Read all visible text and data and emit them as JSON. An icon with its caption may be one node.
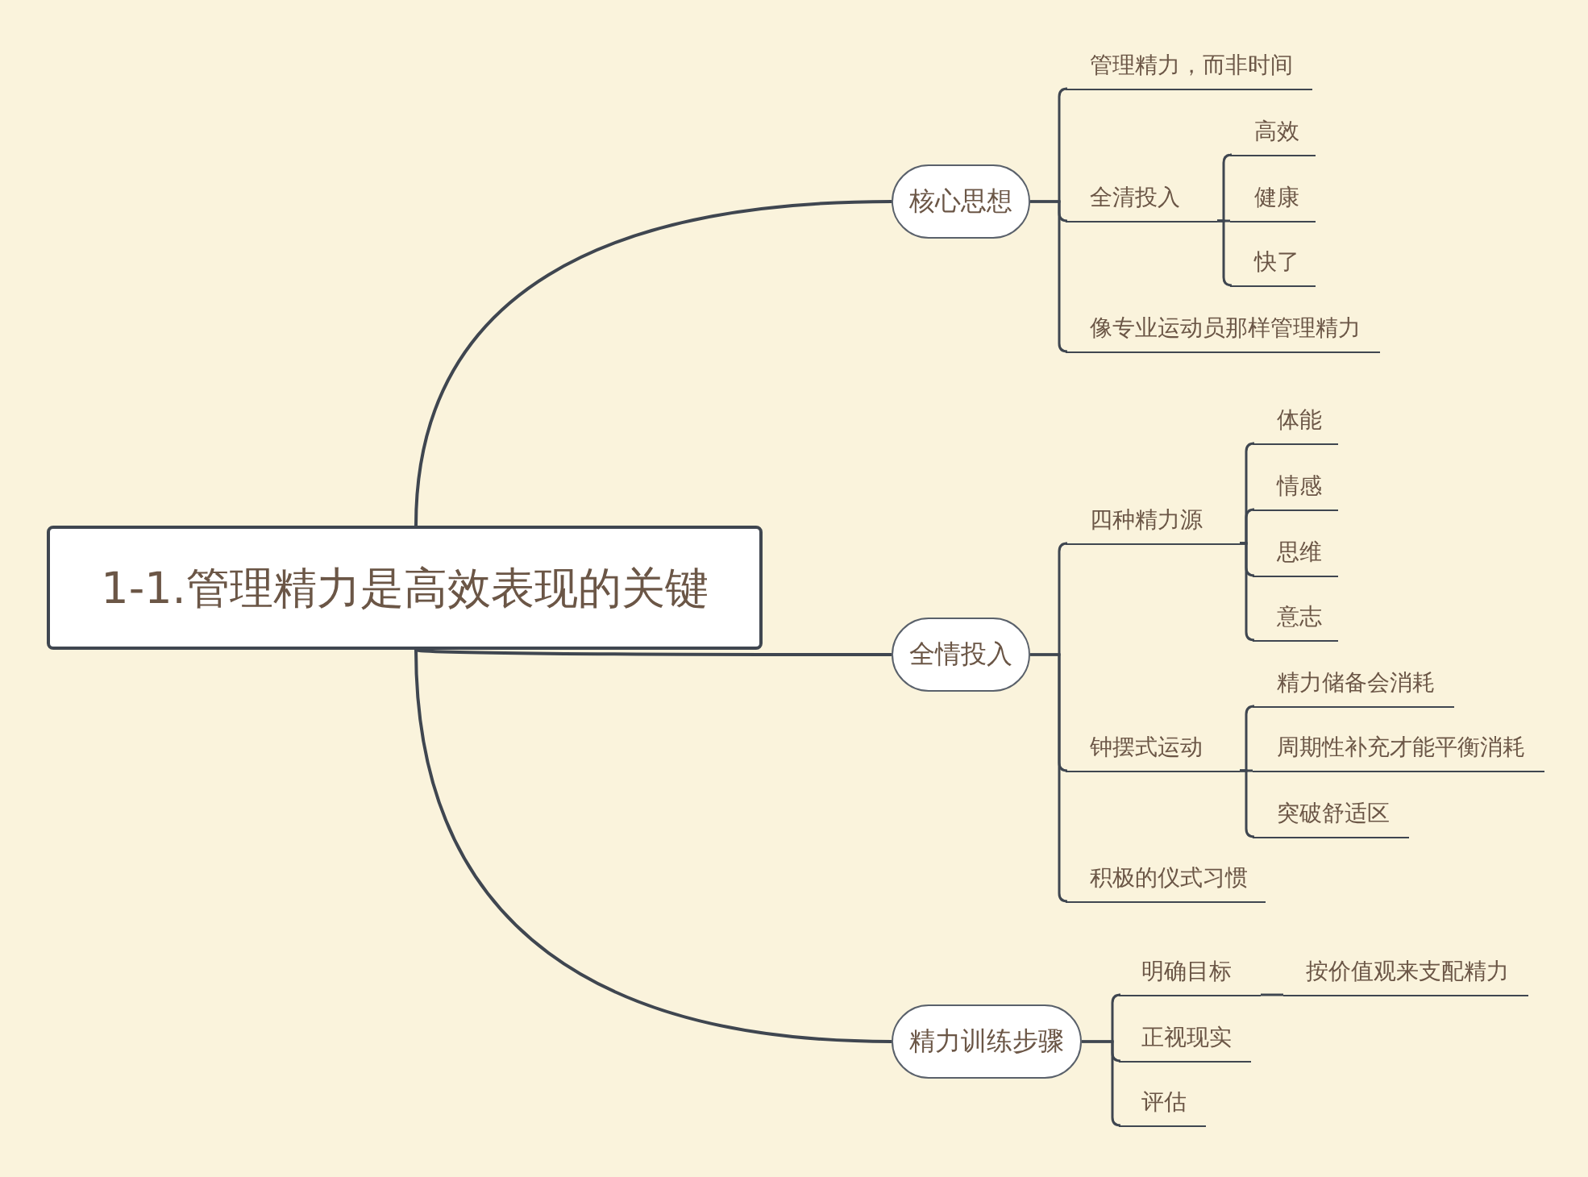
{
  "diagram": {
    "nodes": [
      {
        "text": [
          "1-1.管理精力是高效表现的关键"
        ]
      },
      {
        "text": [
          "核心思想"
        ]
      },
      {
        "text": [
          "管理精力，而非时间"
        ]
      },
      {
        "text": [
          "全清投入"
        ]
      },
      {
        "text": [
          "高效"
        ]
      },
      {
        "text": [
          "健康"
        ]
      },
      {
        "text": [
          "快了"
        ]
      },
      {
        "text": [
          "像专业运动员那样管理精力"
        ]
      },
      {
        "text": [
          "全情投入"
        ]
      },
      {
        "text": [
          "四种精力源"
        ]
      },
      {
        "text": [
          "体能"
        ]
      },
      {
        "text": [
          "情感"
        ]
      },
      {
        "text": [
          "思维"
        ]
      },
      {
        "text": [
          "意志"
        ]
      },
      {
        "text": [
          "钟摆式运动"
        ]
      },
      {
        "text": [
          "精力储备会消耗"
        ]
      },
      {
        "text": [
          "周期性补充才能平衡消耗"
        ]
      },
      {
        "text": [
          "突破舒适区"
        ]
      },
      {
        "text": [
          "积极的仪式习惯"
        ]
      },
      {
        "text": [
          "精力训练步骤"
        ]
      },
      {
        "text": [
          "明确目标"
        ]
      },
      {
        "text": [
          "按价值观来支配精力"
        ]
      },
      {
        "text": [
          "正视现实"
        ]
      },
      {
        "text": [
          "评估"
        ]
      }
    ],
    "edges": [
      {
        "from": 0,
        "to": 1,
        "arrow": "none"
      },
      {
        "from": 0,
        "to": 8,
        "arrow": "none"
      },
      {
        "from": 0,
        "to": 19,
        "arrow": "none"
      },
      {
        "from": 1,
        "to": 2,
        "arrow": "none"
      },
      {
        "from": 1,
        "to": 3,
        "arrow": "none"
      },
      {
        "from": 1,
        "to": 7,
        "arrow": "none"
      },
      {
        "from": 3,
        "to": 4,
        "arrow": "none"
      },
      {
        "from": 3,
        "to": 5,
        "arrow": "none"
      },
      {
        "from": 3,
        "to": 6,
        "arrow": "none"
      },
      {
        "from": 8,
        "to": 9,
        "arrow": "none"
      },
      {
        "from": 8,
        "to": 14,
        "arrow": "none"
      },
      {
        "from": 8,
        "to": 18,
        "arrow": "none"
      },
      {
        "from": 9,
        "to": 10,
        "arrow": "none"
      },
      {
        "from": 9,
        "to": 11,
        "arrow": "none"
      },
      {
        "from": 9,
        "to": 12,
        "arrow": "none"
      },
      {
        "from": 9,
        "to": 13,
        "arrow": "none"
      },
      {
        "from": 14,
        "to": 15,
        "arrow": "none"
      },
      {
        "from": 14,
        "to": 16,
        "arrow": "none"
      },
      {
        "from": 14,
        "to": 17,
        "arrow": "none"
      },
      {
        "from": 19,
        "to": 20,
        "arrow": "none"
      },
      {
        "from": 19,
        "to": 22,
        "arrow": "none"
      },
      {
        "from": 19,
        "to": 23,
        "arrow": "none"
      },
      {
        "from": 20,
        "to": 21,
        "arrow": "none"
      }
    ]
  }
}
